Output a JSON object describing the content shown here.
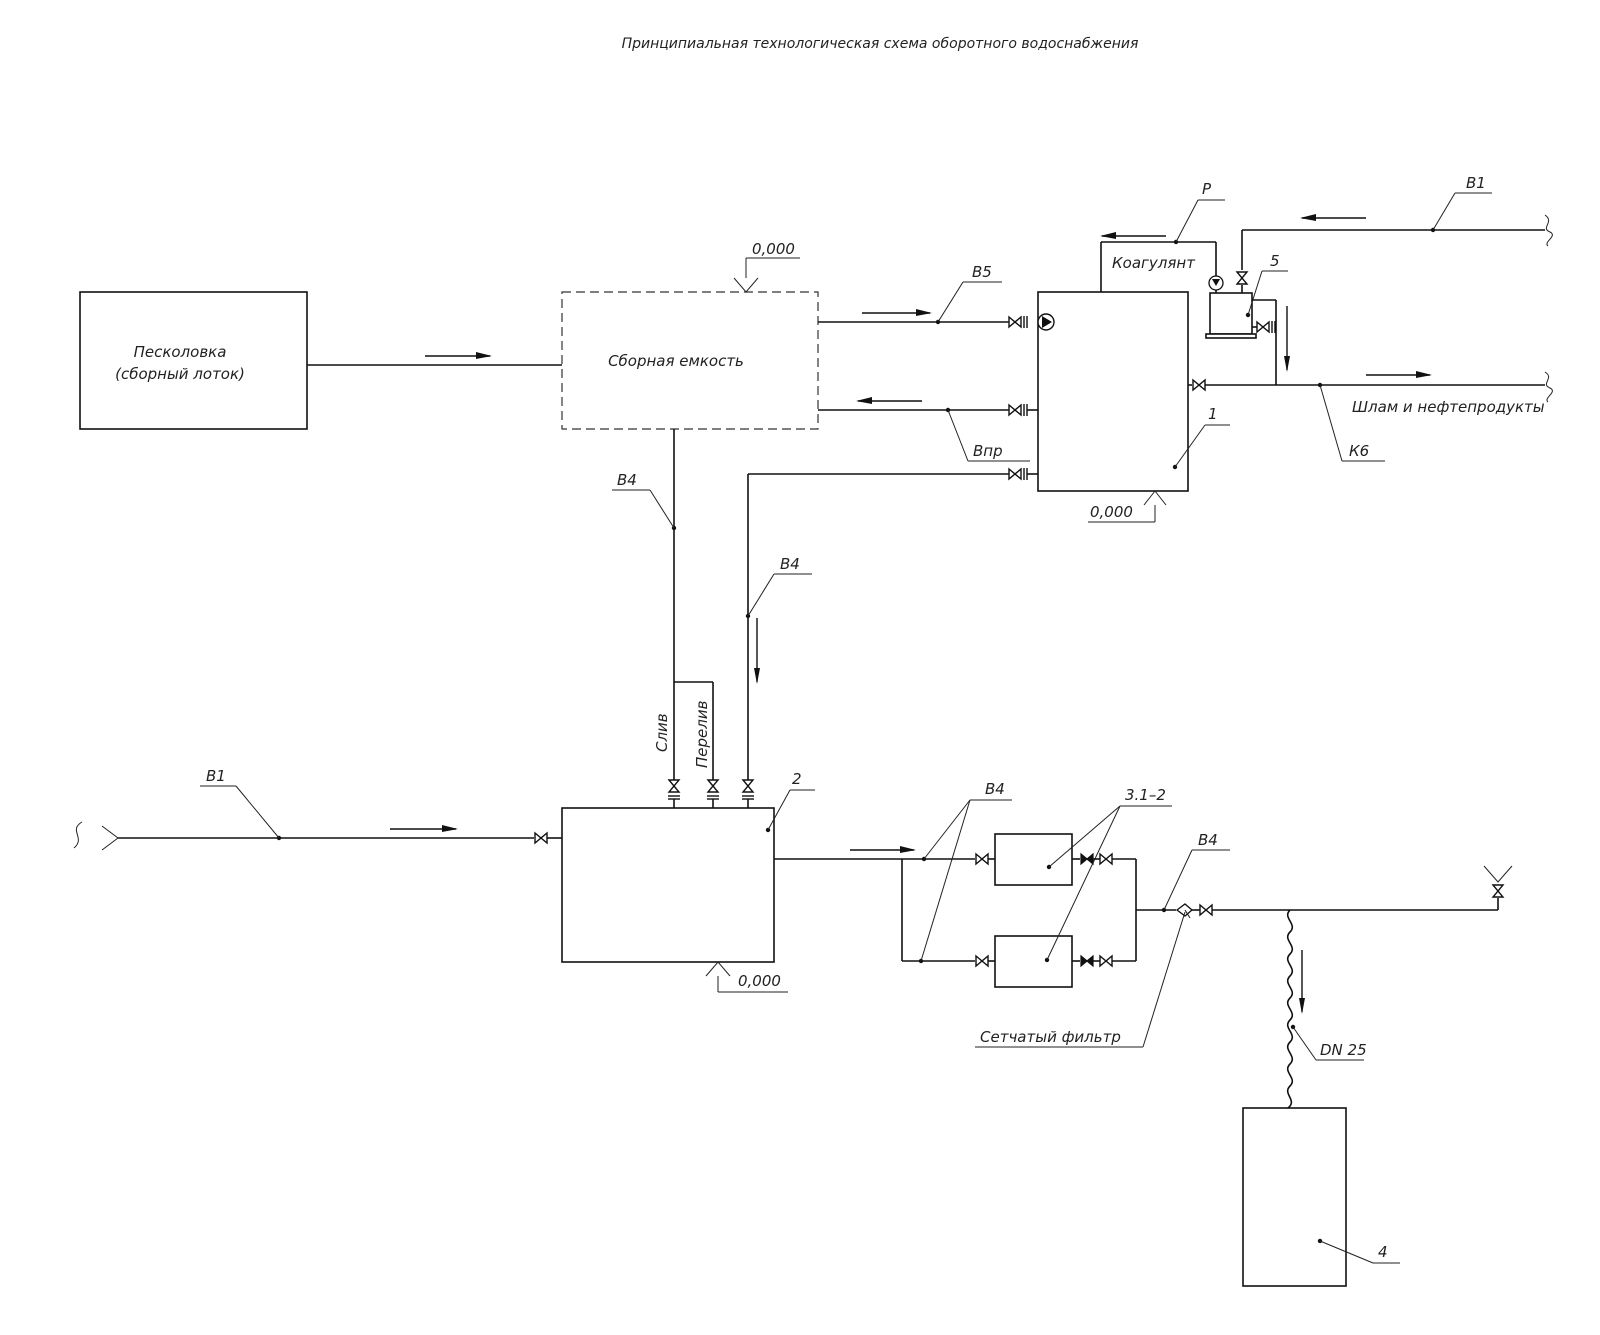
{
  "title": "Принципиальная технологическая схема оборотного водоснабжения",
  "blocks": {
    "sand_trap_line1": "Песколовка",
    "sand_trap_line2": "(сборный лоток)",
    "collector": "Сборная емкость"
  },
  "labels": {
    "b1": "В1",
    "b4": "В4",
    "b5": "В5",
    "bpr": "Впр",
    "p": "Р",
    "k6": "К6",
    "coagulant": "Коагулянт",
    "sludge": "Шлам и нефтепродукты",
    "drain": "Слив",
    "overflow": "Перелив",
    "mesh_filter": "Сетчатый фильтр",
    "dn25": "DN 25",
    "level": "0,000"
  },
  "positions": {
    "pos1": "1",
    "pos2": "2",
    "pos3": "3.1–2",
    "pos4": "4",
    "pos5": "5"
  }
}
